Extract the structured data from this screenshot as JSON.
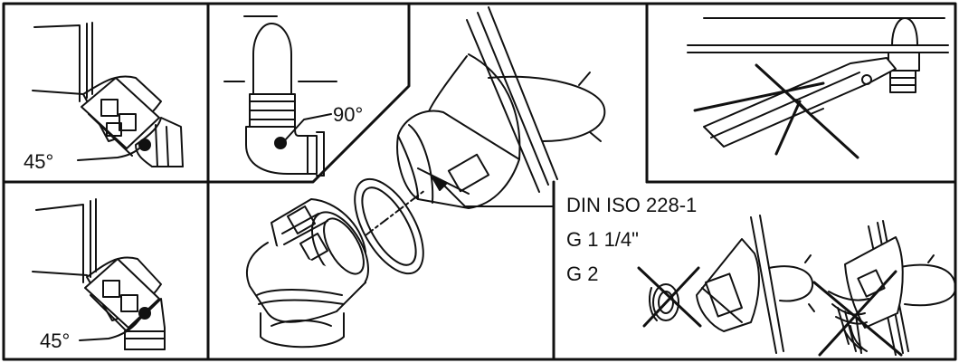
{
  "panels": {
    "top_left": {
      "angle_label": "45°"
    },
    "top_middle": {
      "angle_label": "90°"
    },
    "bottom_left": {
      "angle_label": "45°"
    }
  },
  "spec": {
    "standard": "DIN ISO 228-1",
    "thread_1": "G 1 1/4\"",
    "thread_2": "G 2"
  },
  "colors": {
    "ink": "#111111",
    "paper": "#ffffff"
  }
}
